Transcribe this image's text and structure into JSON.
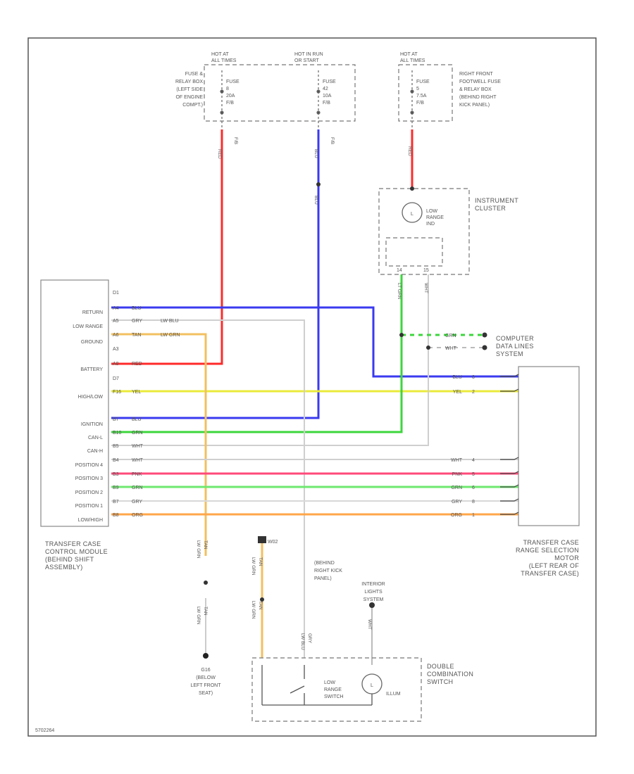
{
  "page_code": "5702264",
  "fuse_boxes": {
    "left_hot": [
      "HOT AT",
      "ALL TIMES"
    ],
    "mid_hot": [
      "HOT IN RUN",
      "OR START"
    ],
    "right_hot": [
      "HOT AT",
      "ALL TIMES"
    ],
    "left_fuse": [
      "FUSE",
      "8",
      "20A",
      "F/B"
    ],
    "mid_fuse": [
      "FUSE",
      "42",
      "10A",
      "F/B"
    ],
    "right_fuse": [
      "FUSE",
      "5",
      "7.5A",
      "F/B"
    ],
    "left_desc": [
      "FUSE &",
      "RELAY BOX",
      "(LEFT SIDE",
      "OF ENGINE",
      "COMPT.)"
    ],
    "right_desc": [
      "RIGHT FRONT",
      "FOOTWELL FUSE",
      "& RELAY BOX",
      "(BEHIND RIGHT",
      "KICK PANEL)"
    ]
  },
  "connector_refs": {
    "left": "F/B",
    "mid": "F/B"
  },
  "instrument_cluster": {
    "name": [
      "INSTRUMENT",
      "CLUSTER"
    ],
    "lamp": [
      "LOW",
      "RANGE",
      "IND"
    ],
    "pins": [
      "14",
      "15"
    ]
  },
  "data_lines": {
    "wire1": "GRN",
    "wire2": "WHT",
    "label": [
      "COMPUTER",
      "DATA LINES",
      "SYSTEM"
    ]
  },
  "module": {
    "name": [
      "TRANSFER CASE",
      "CONTROL MODULE",
      "(BEHIND SHIFT",
      "ASSEMBLY)"
    ],
    "pin_labels": [
      "RETURN",
      "LOW RANGE",
      "GROUND",
      "BATTERY",
      "HIGH/LOW",
      "IGNITION",
      "CAN-L",
      "CAN-H",
      "POSITION 4",
      "POSITION 3",
      "POSITION 2",
      "POSITION 1",
      "LOW/HIGH"
    ],
    "pin_nums": [
      "D1",
      "A4",
      "A5",
      "A6",
      "A3",
      "A8",
      "D7",
      "F16",
      "B7",
      "B10",
      "B5",
      "B4",
      "B3",
      "B9",
      "B7",
      "B8"
    ],
    "wire_colors": [
      "BLU",
      "GRY",
      "TAN",
      "RED",
      "YEL",
      "BLU",
      "GRN",
      "WHT",
      "WHT",
      "PNK",
      "GRN",
      "GRY",
      "ORG"
    ],
    "wire_secondary": [
      "LW BLU",
      "LW GRN"
    ]
  },
  "selection_motor": {
    "name": [
      "TRANSFER CASE",
      "RANGE SELECTION",
      "MOTOR",
      "(LEFT REAR OF",
      "TRANSFER CASE)"
    ],
    "pin_colors": [
      "BLU",
      "YEL",
      "WHT",
      "PNK",
      "GRN",
      "GRY",
      "ORG"
    ],
    "pin_nums": [
      "3",
      "2",
      "4",
      "5",
      "6",
      "8",
      "1"
    ]
  },
  "ground": {
    "label": [
      "G16",
      "(BELOW",
      "LEFT FRONT",
      "SEAT)"
    ],
    "wire1": "LW GRN",
    "wire2": "TAN"
  },
  "kick_panel": {
    "ref": "W02",
    "label": [
      "(BEHIND",
      "RIGHT KICK",
      "PANEL)"
    ],
    "wire1": "LW GRN",
    "wire2": "TAN"
  },
  "interior_lights": {
    "label": [
      "INTERIOR",
      "LIGHTS",
      "SYSTEM"
    ],
    "wire": "WHT"
  },
  "switch": {
    "name": [
      "DOUBLE",
      "COMBINATION",
      "SWITCH"
    ],
    "low_range": [
      "LOW",
      "RANGE",
      "SWITCH"
    ],
    "illum": "ILLUM",
    "wire": "LW BLU"
  },
  "wire_labels": {
    "red": "RED",
    "blu": "BLU",
    "lt_grn": "LT GRN"
  }
}
